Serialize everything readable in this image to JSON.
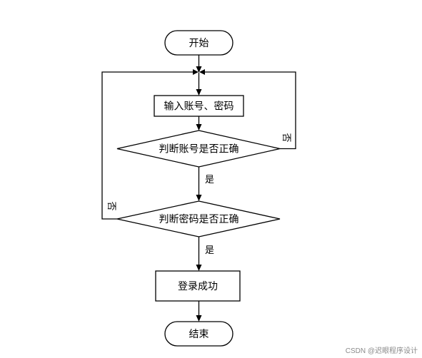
{
  "diagram": {
    "nodes": {
      "start": "开始",
      "input": "输入账号、密码",
      "check_account": "判断账号是否正确",
      "check_password": "判断密码是否正确",
      "login_success": "登录成功",
      "end": "结束"
    },
    "edge_labels": {
      "account_yes": "是",
      "account_no": "否",
      "password_yes": "是",
      "password_no": "否"
    }
  },
  "watermark": "CSDN @迟眼程序设计"
}
